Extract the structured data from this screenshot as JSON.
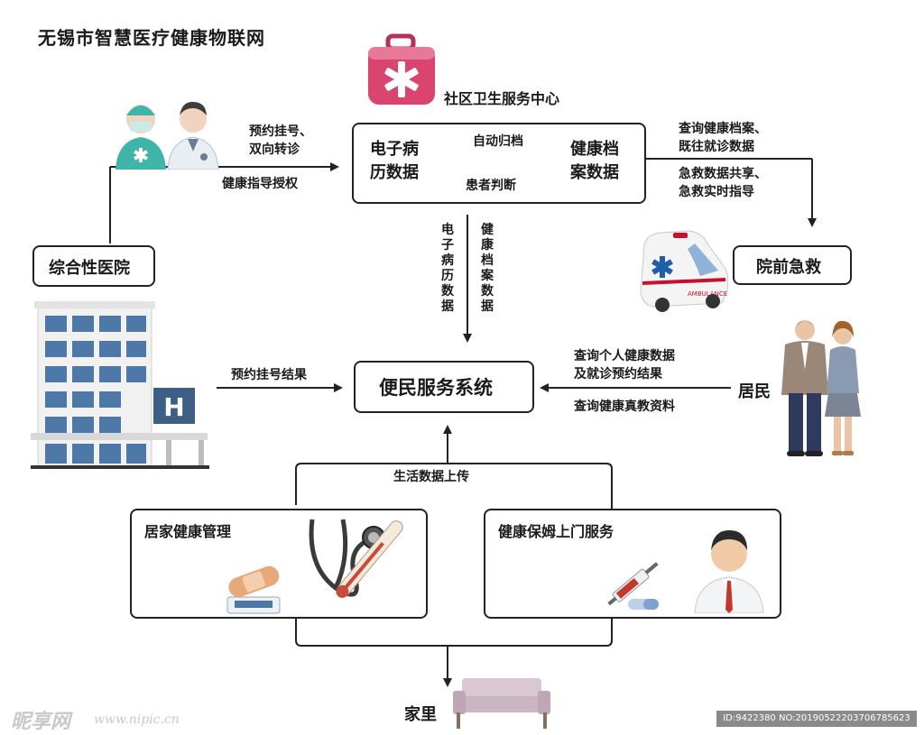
{
  "title": "无锡市智慧医疗健康物联网",
  "nodes": {
    "community_center": "社区卫生服务中心",
    "emr_line1": "电子病",
    "emr_line2": "历数据",
    "ehr_line1": "健康档",
    "ehr_line2": "案数据",
    "hospital": "综合性医院",
    "prehospital": "院前急救",
    "service_system": "便民服务系统",
    "residents": "居民",
    "home_health": "居家健康管理",
    "home_nurse": "健康保姆上门服务",
    "home": "家里"
  },
  "edges": {
    "appointment_referral_1": "预约挂号、",
    "appointment_referral_2": "双向转诊",
    "guidance_auth": "健康指导授权",
    "auto_archive": "自动归档",
    "patient_judgement": "患者判断",
    "query_records_1": "查询健康档案、",
    "query_records_2": "既往就诊数据",
    "emergency_share_1": "急救数据共享、",
    "emergency_share_2": "急救实时指导",
    "emr_data_vertical": "电子病历数据",
    "ehr_data_vertical": "健康档案数据",
    "appointment_result": "预约挂号结果",
    "query_personal_1": "查询个人健康数据",
    "query_personal_2": "及就诊预约结果",
    "query_materials": "查询健康真教资料",
    "life_data_upload": "生活数据上传"
  },
  "hospital_sign": "H",
  "ambulance_text": "AMBULANCE",
  "watermark": {
    "logo": "昵享网",
    "url": "www.nipic.cn",
    "id": "ID:9422380 NO:20190522203706785623"
  },
  "colors": {
    "line": "#222222",
    "medkit": "#d9456e",
    "building": "#5d86b5",
    "ambulance_accent": "#c8102e",
    "sofa": "#d9c7d1"
  },
  "icons": [
    "medkit-icon",
    "doctors-icon",
    "hospital-building-icon",
    "ambulance-icon",
    "residents-icon",
    "bandage-icon",
    "stethoscope-icon",
    "thermometer-icon",
    "syringe-icon",
    "pill-icon",
    "doctor-avatar-icon",
    "sofa-icon"
  ]
}
